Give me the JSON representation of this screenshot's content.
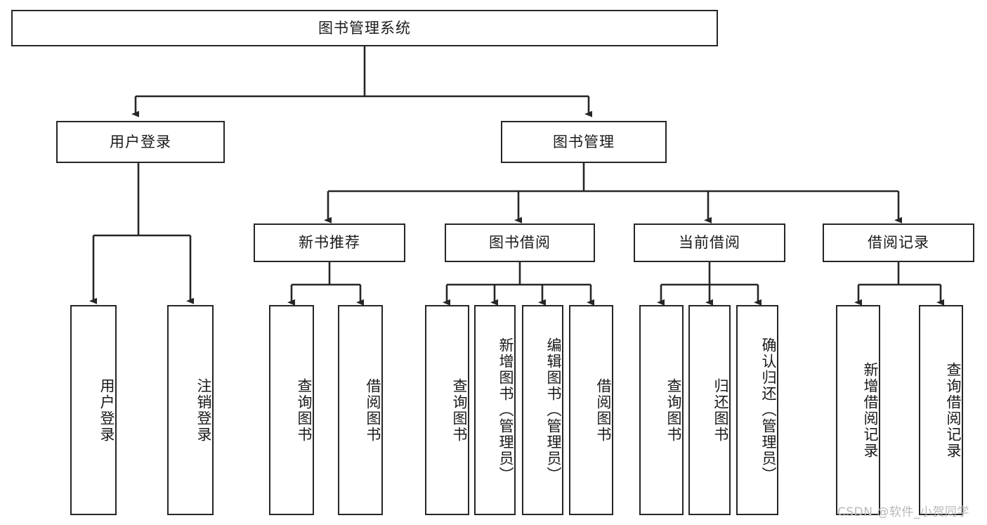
{
  "diagram": {
    "title": "图书管理系统",
    "type": "tree",
    "orientation": "top-down",
    "watermark": "CSDN @软件_小贺同学",
    "colors": {
      "stroke": "#262626",
      "fill": "#ffffff",
      "text": "#1a1a1a",
      "watermark": "#b9b9b9"
    },
    "nodes": {
      "root": {
        "label": "图书管理系统",
        "level": 0,
        "orientation": "horizontal"
      },
      "user_login": {
        "label": "用户登录",
        "level": 1,
        "orientation": "horizontal"
      },
      "book_manage": {
        "label": "图书管理",
        "level": 1,
        "orientation": "horizontal"
      },
      "new_book_rec": {
        "label": "新书推荐",
        "level": 2,
        "orientation": "horizontal"
      },
      "book_borrow": {
        "label": "图书借阅",
        "level": 2,
        "orientation": "horizontal"
      },
      "current_borrow": {
        "label": "当前借阅",
        "level": 2,
        "orientation": "horizontal"
      },
      "borrow_record": {
        "label": "借阅记录",
        "level": 2,
        "orientation": "horizontal"
      },
      "leaf_user_login": {
        "label": "用户登录",
        "level": 3,
        "orientation": "vertical"
      },
      "leaf_logout": {
        "label": "注销登录",
        "level": 3,
        "orientation": "vertical"
      },
      "leaf_query_book_1": {
        "label": "查询图书",
        "level": 3,
        "orientation": "vertical"
      },
      "leaf_borrow_book_1": {
        "label": "借阅图书",
        "level": 3,
        "orientation": "vertical"
      },
      "leaf_query_book_2": {
        "label": "查询图书",
        "level": 3,
        "orientation": "vertical"
      },
      "leaf_add_book": {
        "label": "新增图书（管理员）",
        "level": 3,
        "orientation": "vertical"
      },
      "leaf_edit_book": {
        "label": "编辑图书（管理员）",
        "level": 3,
        "orientation": "vertical"
      },
      "leaf_borrow_book_2": {
        "label": "借阅图书",
        "level": 3,
        "orientation": "vertical"
      },
      "leaf_query_book_3": {
        "label": "查询图书",
        "level": 3,
        "orientation": "vertical"
      },
      "leaf_return_book": {
        "label": "归还图书",
        "level": 3,
        "orientation": "vertical"
      },
      "leaf_confirm_return": {
        "label": "确认归还（管理员）",
        "level": 3,
        "orientation": "vertical"
      },
      "leaf_add_record": {
        "label": "新增借阅记录",
        "level": 3,
        "orientation": "vertical"
      },
      "leaf_query_record": {
        "label": "查询借阅记录",
        "level": 3,
        "orientation": "vertical"
      }
    },
    "edges": [
      {
        "from": "root",
        "to": "user_login"
      },
      {
        "from": "root",
        "to": "book_manage"
      },
      {
        "from": "user_login",
        "to": "leaf_user_login"
      },
      {
        "from": "user_login",
        "to": "leaf_logout"
      },
      {
        "from": "book_manage",
        "to": "new_book_rec"
      },
      {
        "from": "book_manage",
        "to": "book_borrow"
      },
      {
        "from": "book_manage",
        "to": "current_borrow"
      },
      {
        "from": "book_manage",
        "to": "borrow_record"
      },
      {
        "from": "new_book_rec",
        "to": "leaf_query_book_1"
      },
      {
        "from": "new_book_rec",
        "to": "leaf_borrow_book_1"
      },
      {
        "from": "book_borrow",
        "to": "leaf_query_book_2"
      },
      {
        "from": "book_borrow",
        "to": "leaf_add_book"
      },
      {
        "from": "book_borrow",
        "to": "leaf_edit_book"
      },
      {
        "from": "book_borrow",
        "to": "leaf_borrow_book_2"
      },
      {
        "from": "current_borrow",
        "to": "leaf_query_book_3"
      },
      {
        "from": "current_borrow",
        "to": "leaf_return_book"
      },
      {
        "from": "current_borrow",
        "to": "leaf_confirm_return"
      },
      {
        "from": "borrow_record",
        "to": "leaf_add_record"
      },
      {
        "from": "borrow_record",
        "to": "leaf_query_record"
      }
    ]
  }
}
